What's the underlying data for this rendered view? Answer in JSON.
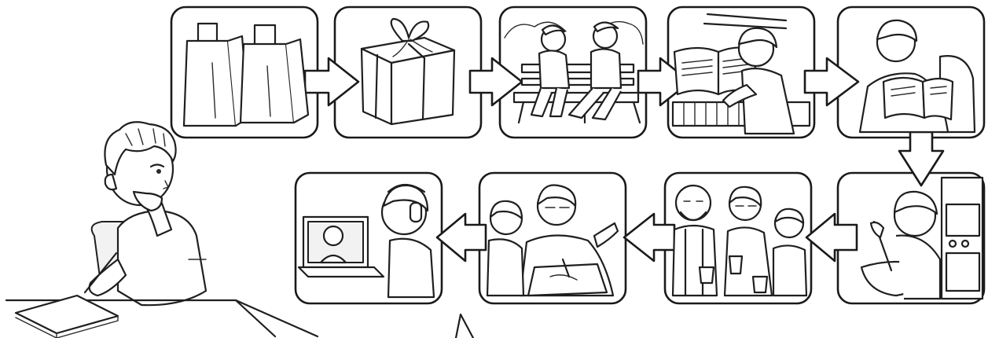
{
  "scene": {
    "thinker": "boy-at-desk",
    "panels": [
      {
        "id": "shopping-bags"
      },
      {
        "id": "gift-box"
      },
      {
        "id": "friends-on-bench"
      },
      {
        "id": "playing-piano"
      },
      {
        "id": "reading-book"
      },
      {
        "id": "baking"
      },
      {
        "id": "tea-with-grandparents"
      },
      {
        "id": "drawing-with-grandma"
      },
      {
        "id": "video-call"
      }
    ]
  }
}
